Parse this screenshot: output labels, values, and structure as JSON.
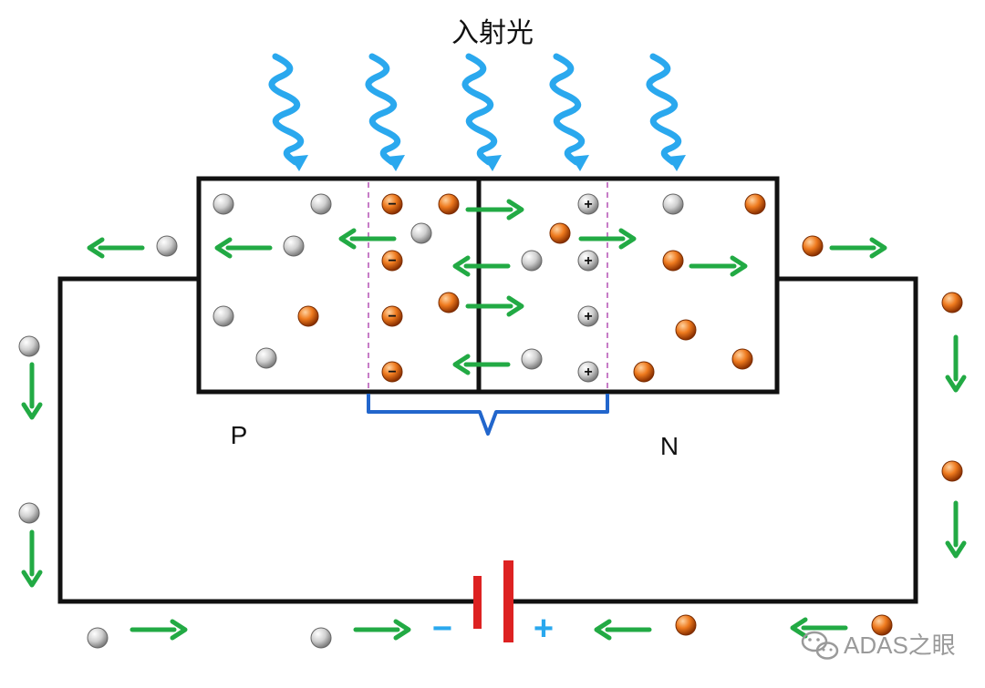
{
  "title": "入射光",
  "labels": {
    "p": "P",
    "n": "N"
  },
  "battery": {
    "minus": "−",
    "plus": "+"
  },
  "ion_signs": {
    "negative": "−",
    "positive": "+"
  },
  "watermark": {
    "text": "ADAS之眼",
    "icon": "wechat-icon"
  },
  "colors": {
    "light": "#2aa8ee",
    "arrow": "#22aa44",
    "hole": "#d4d4d4",
    "electron": "#e06010",
    "depletion_edge": "#c77dc7",
    "brace": "#2266cc",
    "battery": "#dd2222",
    "wire": "#111111"
  }
}
